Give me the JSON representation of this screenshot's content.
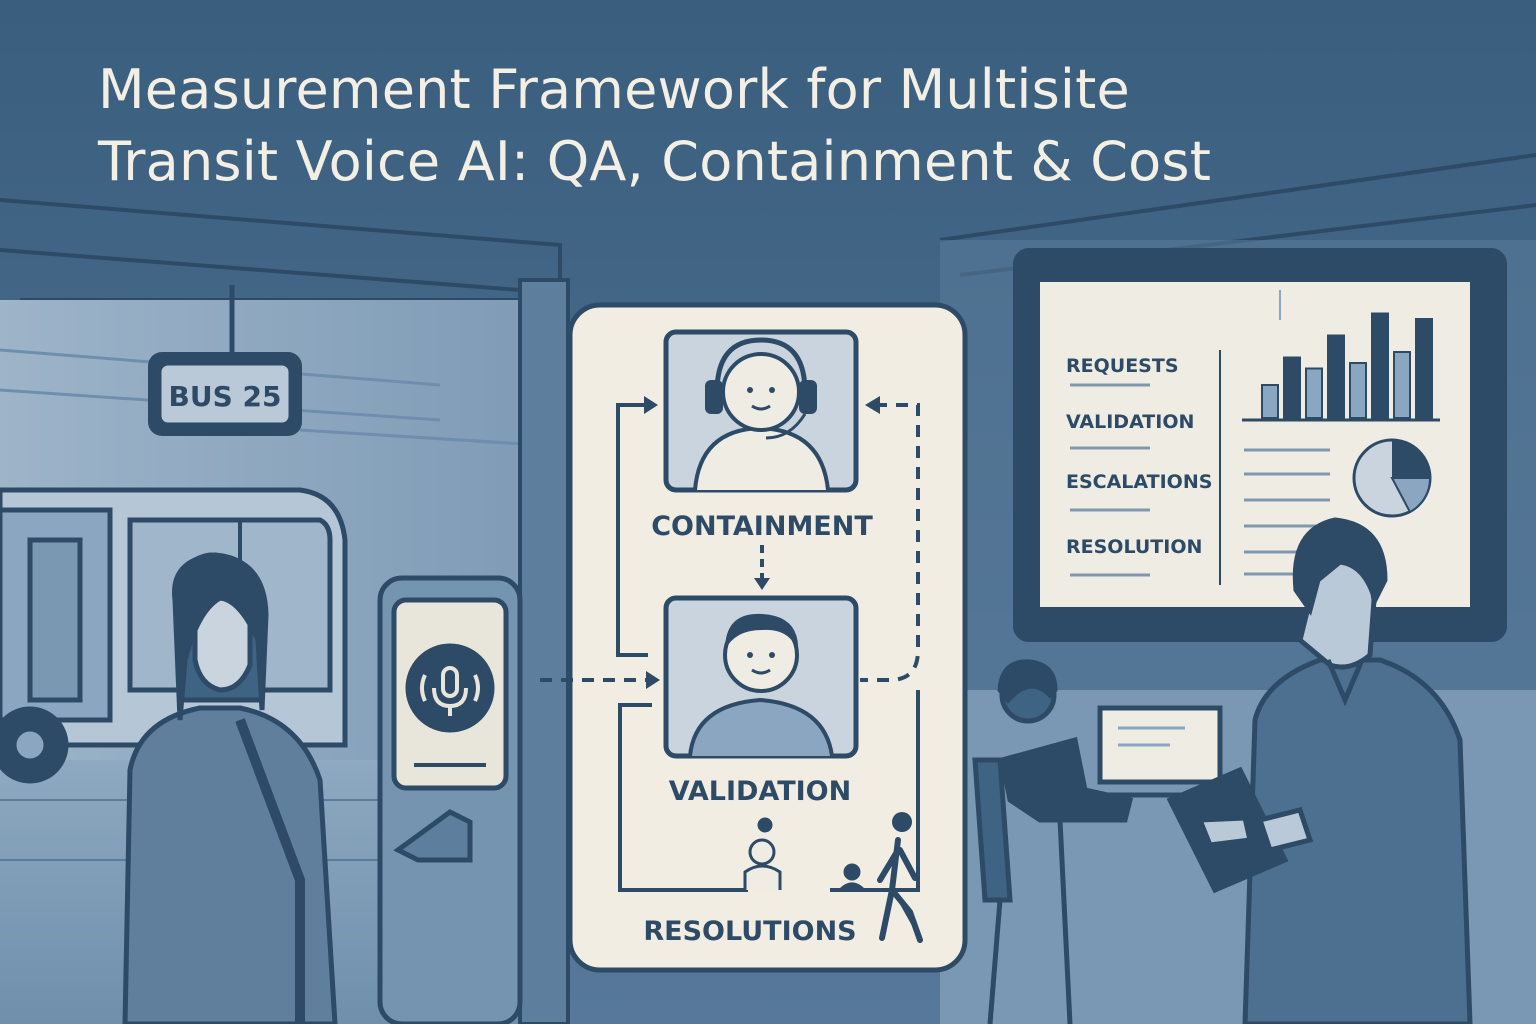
{
  "title": {
    "line1": "Measurement Framework for Multisite",
    "line2": "Transit Voice AI: QA, Containment & Cost"
  },
  "bus_sign": "BUS 25",
  "flow": {
    "containment": "CONTAINMENT",
    "validation": "VALIDATION",
    "resolutions": "RESOLUTIONS"
  },
  "dashboard": {
    "items": [
      "REQUESTS",
      "VALIDATION",
      "ESCALATIONS",
      "RESOLUTION"
    ],
    "bar_chart": {
      "values": [
        0.3,
        0.55,
        0.45,
        0.75,
        0.5,
        0.95,
        0.6,
        0.9
      ]
    }
  },
  "colors": {
    "navy": "#2d4a66",
    "mid_blue": "#3f6383",
    "light_blue": "#8aa6c0",
    "cream": "#f1ede2",
    "panel_fill": "#c9d4de"
  },
  "icons": {
    "kiosk": "microphone-icon",
    "agent": "headset-agent-icon",
    "validator": "person-icon",
    "walker": "walking-person-icon"
  }
}
